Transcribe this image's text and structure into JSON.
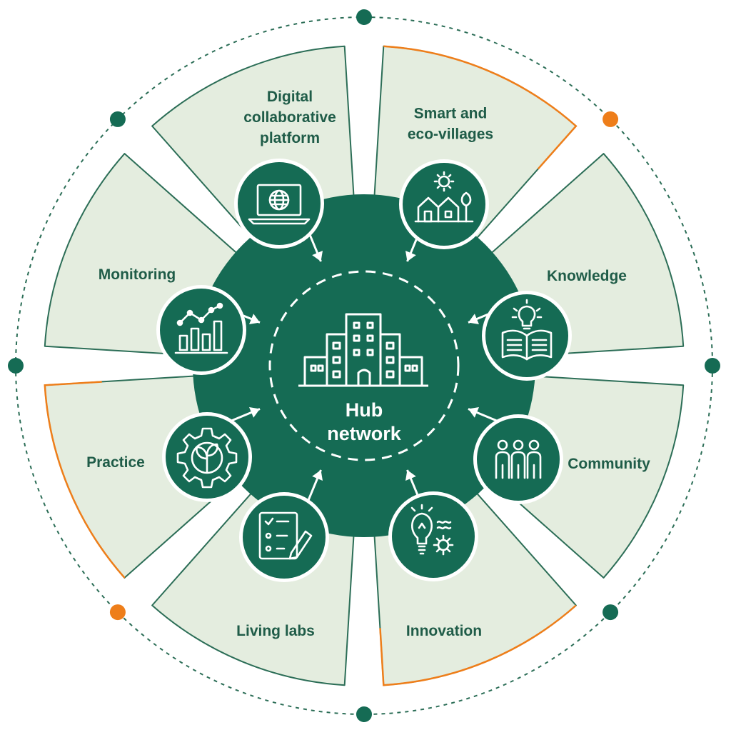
{
  "center": {
    "line1": "Hub",
    "line2": "network"
  },
  "segments": [
    {
      "id": "smart",
      "lines": [
        "Smart and",
        "eco-villages"
      ],
      "icon": "eco-village-icon",
      "outline": "orange"
    },
    {
      "id": "knowledge",
      "lines": [
        "Knowledge"
      ],
      "icon": "book-lightbulb-icon",
      "outline": "green"
    },
    {
      "id": "community",
      "lines": [
        "Community"
      ],
      "icon": "people-group-icon",
      "outline": "green"
    },
    {
      "id": "innovation",
      "lines": [
        "Innovation"
      ],
      "icon": "lightbulb-gear-icon",
      "outline": "orange"
    },
    {
      "id": "living-labs",
      "lines": [
        "Living labs"
      ],
      "icon": "checklist-pencil-icon",
      "outline": "green"
    },
    {
      "id": "practice",
      "lines": [
        "Practice"
      ],
      "icon": "gear-leaf-icon",
      "outline": "orange"
    },
    {
      "id": "monitoring",
      "lines": [
        "Monitoring"
      ],
      "icon": "bar-chart-trend-icon",
      "outline": "green"
    },
    {
      "id": "digital",
      "lines": [
        "Digital",
        "collaborative",
        "platform"
      ],
      "icon": "laptop-globe-icon",
      "outline": "green"
    }
  ],
  "colors": {
    "dark_green": "#156B54",
    "segment_fill": "#E4EDDF",
    "segment_stroke": "#2C6E57",
    "accent_orange": "#EE7E1A",
    "label_text": "#1F5C48",
    "white": "#FFFFFF"
  }
}
